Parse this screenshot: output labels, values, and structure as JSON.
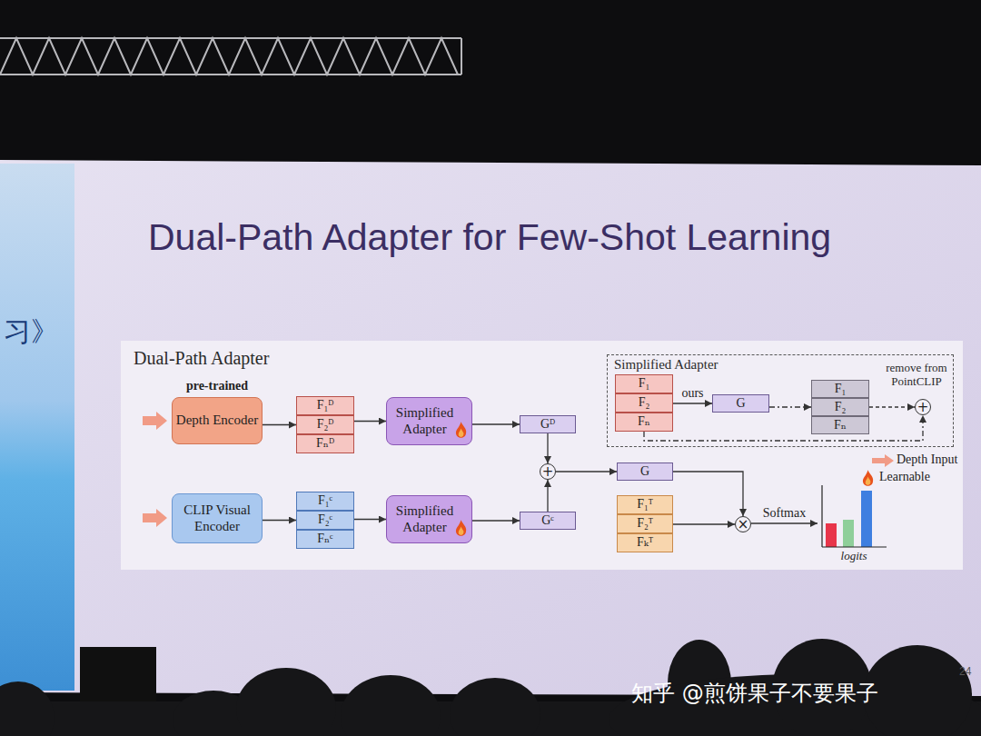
{
  "diagram": {
    "title": "Dual-Path Adapter for Few-Shot Learning",
    "nodes": [
      {
        "text": [
          "Dual-Path Adapter"
        ]
      },
      {
        "text": [
          "pre-trained",
          "Depth Encoder"
        ],
        "in": 0
      },
      {
        "text": [
          "F₁ᴰ"
        ],
        "in": 0
      },
      {
        "text": [
          "F₂ᴰ"
        ],
        "in": 0
      },
      {
        "text": [
          "Fₙᴰ"
        ],
        "in": 0
      },
      {
        "text": [
          "Simplified Adapter"
        ],
        "in": 0
      },
      {
        "text": [
          "Gᴰ"
        ],
        "in": 0
      },
      {
        "text": [
          "Simplified Adapter"
        ],
        "in": 0
      },
      {
        "text": [
          "F₁"
        ],
        "in": 7
      },
      {
        "text": [
          "F₂"
        ],
        "in": 7
      },
      {
        "text": [
          "Fₙ"
        ],
        "in": 7
      },
      {
        "text": [
          "G"
        ],
        "in": 7
      },
      {
        "text": [
          "F₁"
        ],
        "in": 7
      },
      {
        "text": [
          "F₂"
        ],
        "in": 7
      },
      {
        "text": [
          "Fₙ"
        ],
        "in": 7
      },
      {
        "text": [
          "+"
        ],
        "in": 7
      },
      {
        "text": [
          "+"
        ],
        "in": 0
      },
      {
        "text": [
          "G"
        ],
        "in": 0
      },
      {
        "text": [
          "CLIP Visual Encoder"
        ],
        "in": 0
      },
      {
        "text": [
          "F₁ᶜ"
        ],
        "in": 0
      },
      {
        "text": [
          "F₂ᶜ"
        ],
        "in": 0
      },
      {
        "text": [
          "Fₙᶜ"
        ],
        "in": 0
      },
      {
        "text": [
          "Simplified Adapter"
        ],
        "in": 0
      },
      {
        "text": [
          "Gᶜ"
        ],
        "in": 0
      },
      {
        "text": [
          "F₁ᵀ"
        ],
        "in": 0
      },
      {
        "text": [
          "F₂ᵀ"
        ],
        "in": 0
      },
      {
        "text": [
          "Fₖᵀ"
        ],
        "in": 0
      },
      {
        "text": [
          "×"
        ],
        "in": 0
      },
      {
        "text": [
          "logits"
        ],
        "in": 0
      }
    ],
    "edges": [
      {
        "from": 1,
        "to": 3,
        "arrow": "to"
      },
      {
        "from": 3,
        "to": 5,
        "arrow": "to"
      },
      {
        "from": 5,
        "to": 6,
        "arrow": "to"
      },
      {
        "from": 6,
        "to": 16,
        "arrow": "to"
      },
      {
        "from": 18,
        "to": 20,
        "arrow": "to"
      },
      {
        "from": 20,
        "to": 22,
        "arrow": "to"
      },
      {
        "from": 22,
        "to": 23,
        "arrow": "to"
      },
      {
        "from": 23,
        "to": 16,
        "arrow": "to"
      },
      {
        "from": 16,
        "to": 17,
        "arrow": "to"
      },
      {
        "from": 17,
        "to": 27,
        "arrow": "to"
      },
      {
        "from": 25,
        "to": 27,
        "arrow": "to"
      },
      {
        "from": 27,
        "to": 28,
        "label": "Softmax",
        "arrow": "to"
      },
      {
        "from": 9,
        "to": 11,
        "label": "ours",
        "arrow": "to"
      },
      {
        "from": 11,
        "to": 13,
        "arrow": "to"
      },
      {
        "from": 13,
        "to": 15,
        "arrow": "to"
      },
      {
        "from": 10,
        "to": 15,
        "arrow": "to"
      }
    ],
    "labels": [
      "习》",
      "remove from PointCLIP",
      "24",
      "知乎 @煎饼果子不要果子"
    ],
    "legend": [
      {
        "text": "Depth Input"
      },
      {
        "text": "Learnable"
      }
    ]
  }
}
